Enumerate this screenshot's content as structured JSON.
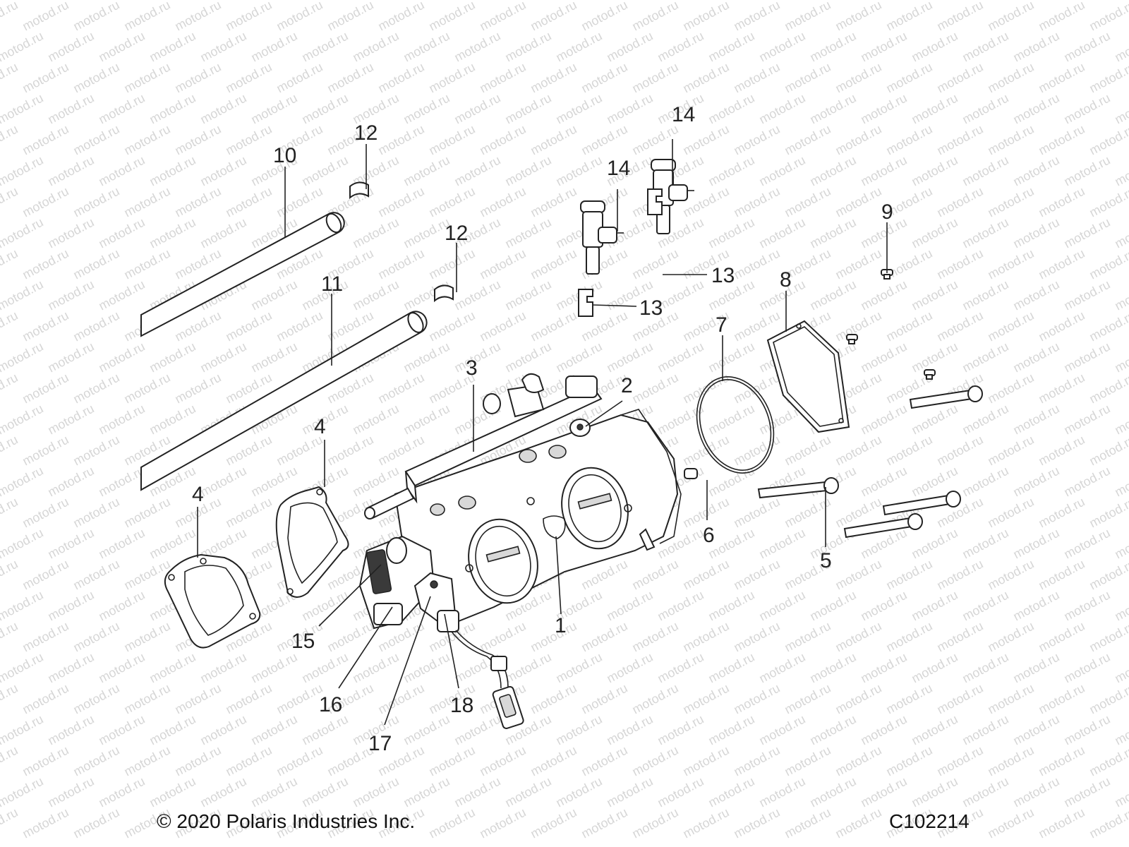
{
  "diagram": {
    "callouts": {
      "c1": "1",
      "c2": "2",
      "c3": "3",
      "c4a": "4",
      "c4b": "4",
      "c5": "5",
      "c6": "6",
      "c7": "7",
      "c8": "8",
      "c9": "9",
      "c10": "10",
      "c11": "11",
      "c12a": "12",
      "c12b": "12",
      "c13a": "13",
      "c13b": "13",
      "c14a": "14",
      "c14b": "14",
      "c15": "15",
      "c16": "16",
      "c17": "17",
      "c18": "18"
    },
    "watermark": "motod.ru"
  },
  "footer": {
    "copyright": "© 2020 Polaris Industries Inc.",
    "figure_code": "C102214"
  }
}
